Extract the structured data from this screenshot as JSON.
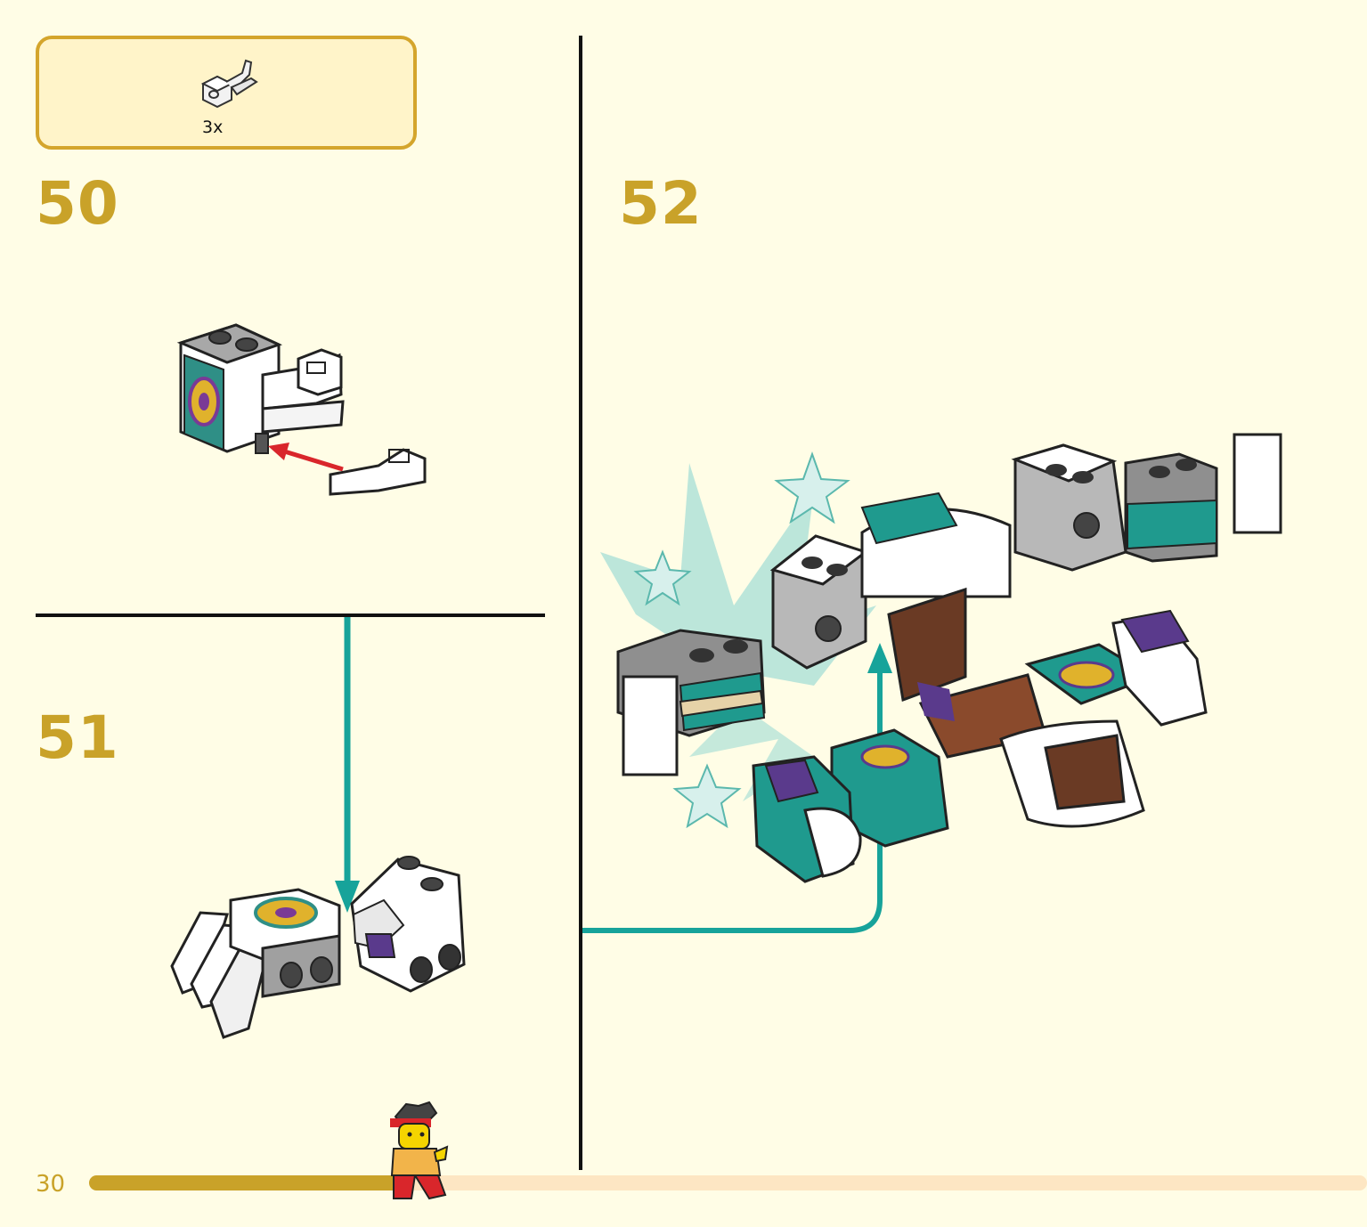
{
  "parts_callout": {
    "quantity": "3x",
    "part_icon": "clip-bracket-piece"
  },
  "steps": [
    {
      "number": "50"
    },
    {
      "number": "51"
    },
    {
      "number": "52"
    }
  ],
  "page": {
    "number": "30"
  },
  "progress": {
    "fraction": 0.25
  },
  "colors": {
    "background": "#fffde6",
    "accent_gold": "#c9a229",
    "callout_fill": "#fff4c9",
    "arrow_teal": "#17a39a",
    "arrow_red": "#d9262b",
    "progress_track": "#fde6c3"
  },
  "mascot": "minifigure-runner"
}
